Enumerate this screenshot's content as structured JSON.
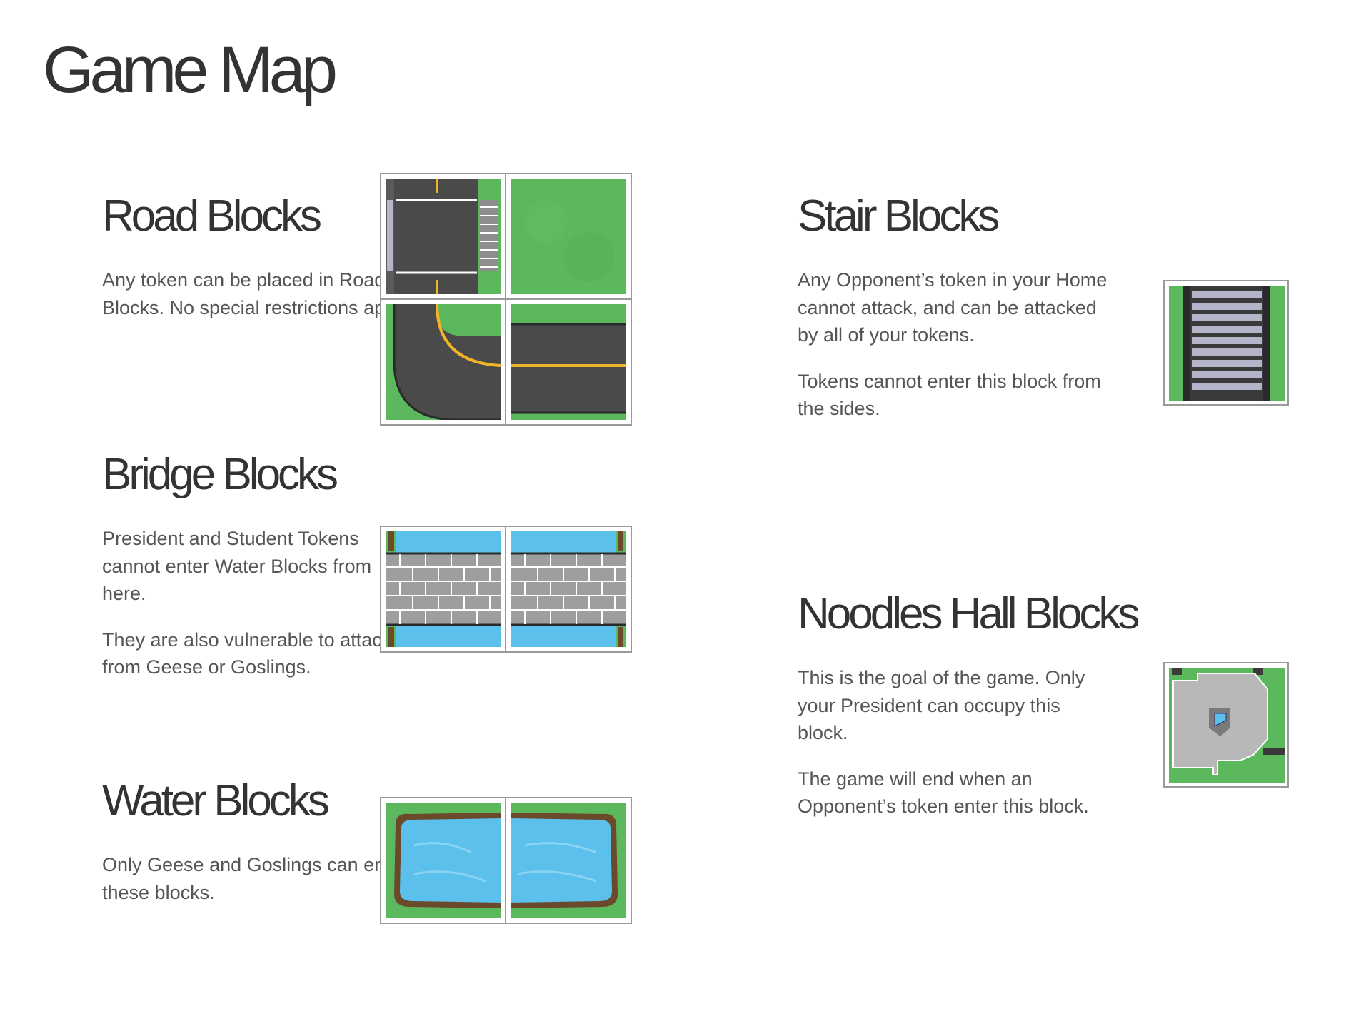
{
  "title": "Game Map",
  "sections": {
    "road": {
      "title": "Road Blocks",
      "paragraphs": [
        "Any token can be placed in Road Blocks. No special restrictions apply."
      ],
      "tiles": [
        "road-straight-vertical-icon",
        "grass-icon",
        "road-curve-icon",
        "road-straight-horizontal-icon"
      ]
    },
    "bridge": {
      "title": "Bridge Blocks",
      "paragraphs": [
        "President and Student Tokens cannot enter Water Blocks from here.",
        "They are also vulnerable to attacks from Geese or Goslings."
      ],
      "tiles": [
        "bridge-icon",
        "bridge-icon"
      ]
    },
    "water": {
      "title": "Water Blocks",
      "paragraphs": [
        "Only Geese and Goslings can enter these blocks."
      ],
      "tiles": [
        "water-icon",
        "water-icon"
      ]
    },
    "stair": {
      "title": "Stair Blocks",
      "paragraphs": [
        "Any Opponent’s token in your Home cannot attack, and can be attacked by all of your tokens.",
        "Tokens cannot enter this block from the sides."
      ],
      "tiles": [
        "stairs-icon"
      ]
    },
    "noodles": {
      "title": "Noodles Hall Blocks",
      "paragraphs": [
        "This is the goal of the game. Only your President can occupy this block.",
        "The game will end when an Opponent’s token enter this block."
      ],
      "tiles": [
        "noodles-hall-icon"
      ]
    }
  },
  "colors": {
    "grass": "#5cb85c",
    "road": "#4a4a4a",
    "water": "#5bc0eb",
    "yellow_line": "#f0b429",
    "stone": "#9e9e9e",
    "mud": "#6b4a2b",
    "building": "#b8b8b8"
  }
}
